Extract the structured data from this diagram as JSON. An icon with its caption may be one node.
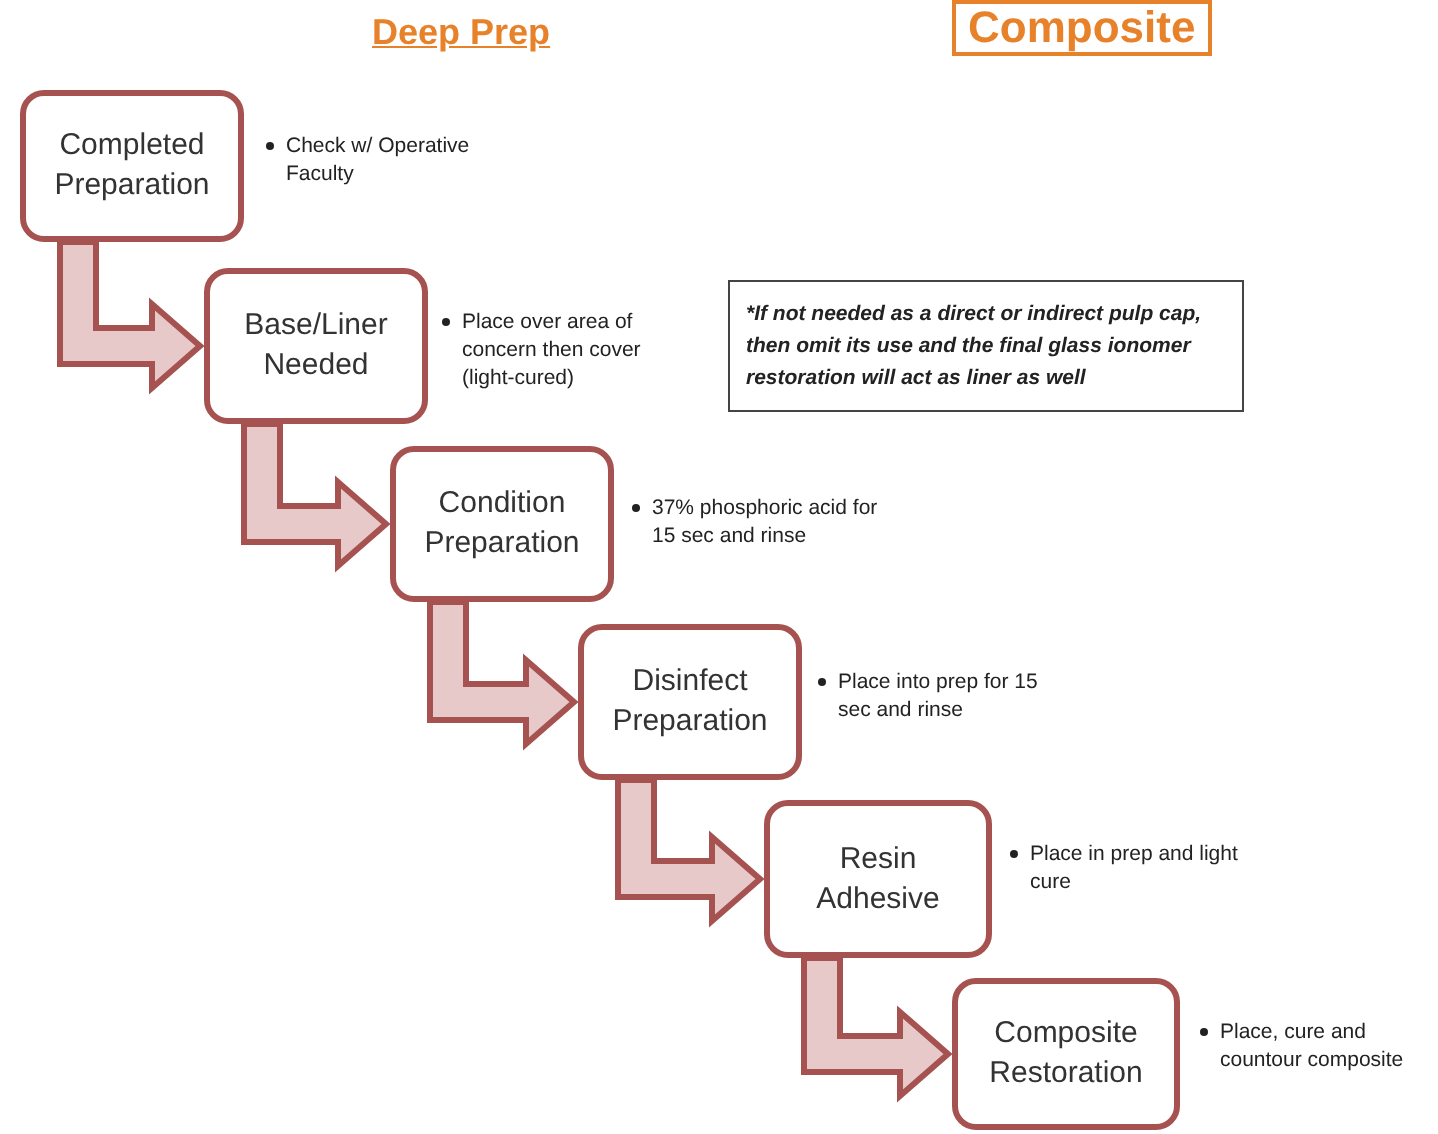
{
  "diagram": {
    "title": "Deep Prep",
    "nodes": [
      {
        "text": [
          "Completed Preparation"
        ],
        "beside": [
          "Check w/ Operative Faculty"
        ]
      },
      {
        "text": [
          "Base/Liner Needed"
        ],
        "beside": [
          "Place over area of concern then cover (light-cured)"
        ]
      },
      {
        "text": [
          "Condition Preparation"
        ],
        "beside": [
          "37% phosphoric acid for 15 sec and rinse"
        ]
      },
      {
        "text": [
          "Disinfect Preparation"
        ],
        "beside": [
          "Place into prep for 15 sec and rinse"
        ]
      },
      {
        "text": [
          "Resin Adhesive"
        ],
        "beside": [
          "Place in prep and light cure"
        ]
      },
      {
        "text": [
          "Composite Restoration"
        ],
        "beside": [
          "Place, cure and countour composite"
        ]
      },
      {
        "text": [
          "*If not needed as a direct or indirect pulp cap, then omit its use and the final glass ionomer restoration will act as liner as well"
        ]
      }
    ],
    "edges": [
      {
        "from": 0,
        "to": 1,
        "arrow": "to"
      },
      {
        "from": 1,
        "to": 2,
        "arrow": "to"
      },
      {
        "from": 2,
        "to": 3,
        "arrow": "to"
      },
      {
        "from": 3,
        "to": 4,
        "arrow": "to"
      },
      {
        "from": 4,
        "to": 5,
        "arrow": "to"
      }
    ],
    "labels": [
      "Composite"
    ]
  }
}
